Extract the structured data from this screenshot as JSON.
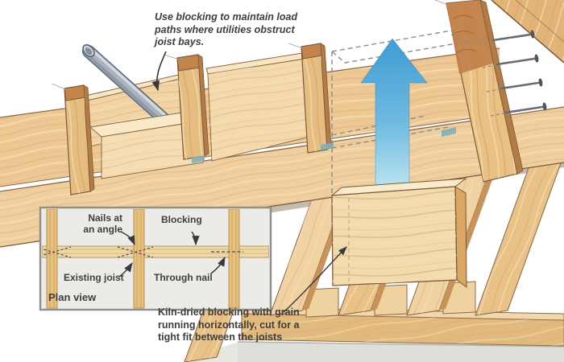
{
  "annotations": {
    "top_note": "Use blocking to maintain load\npaths where utilities obstruct\njoist bays.",
    "bottom_note": "Kiln-dried blocking with grain\nrunning horizontally, cut for a\ntight fit between the joists"
  },
  "plan_view": {
    "title": "Plan view",
    "labels": {
      "nails_at_angle": "Nails at\nan angle",
      "blocking": "Blocking",
      "existing_joist": "Existing joist",
      "through_nail": "Through nail"
    }
  },
  "icons": {
    "lift_arrow": "up-arrow",
    "utility_pipe": "round-conduit-pipe",
    "nails": "framing-nail",
    "leader_arrows": "curved-pointer-arrow"
  },
  "colors": {
    "wood_light": "#F3D9AC",
    "wood_medium": "#E9C185",
    "wood_end_grain": "#C08048",
    "outline_brown": "#7A5A3A",
    "arrow_blue": "#4FA5D6",
    "pipe_gray": "#A9B3BC",
    "dash_gray": "#8C8C8C",
    "text_gray": "#3E3E3E",
    "inset_panel": "#EBEBE8",
    "sill_gray": "#E0E0DA",
    "hanger_teal": "#7FAFB8"
  }
}
